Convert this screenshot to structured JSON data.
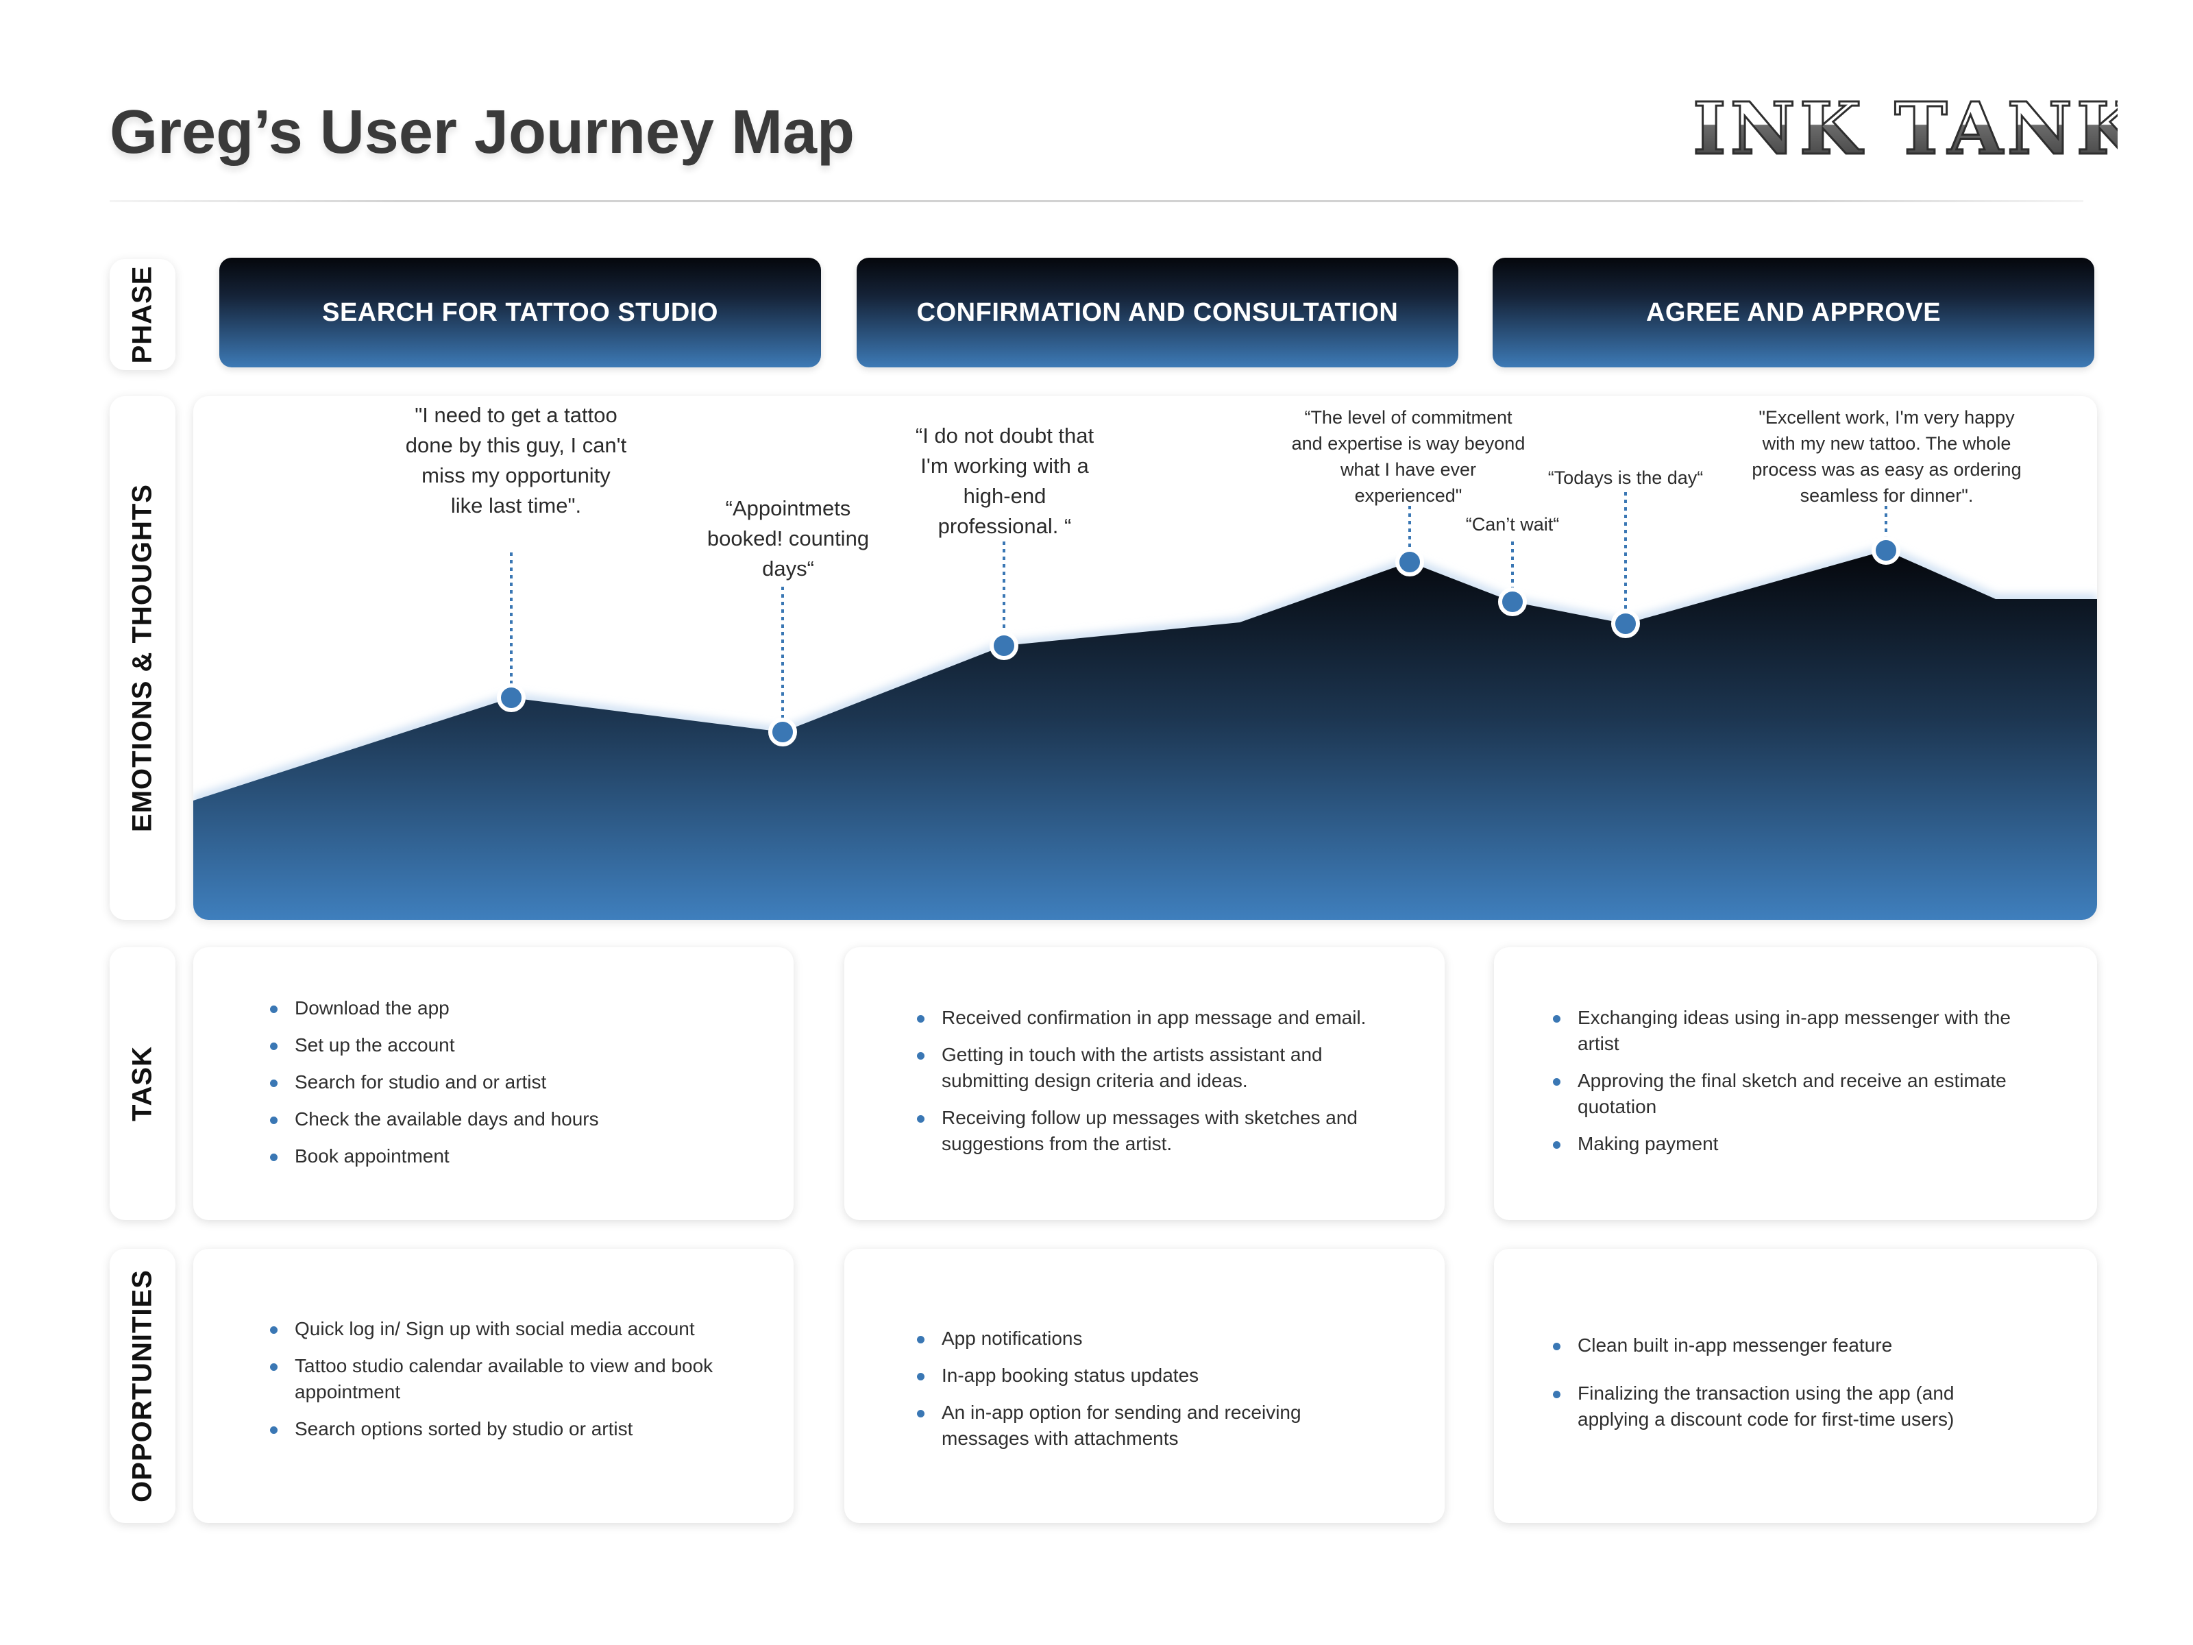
{
  "title": "Greg’s User Journey Map",
  "logo": "INK TANK",
  "colors": {
    "accent": "#3a77b4",
    "dark": "#05070c"
  },
  "rows": {
    "phase": "PHASE",
    "emotions": "EMOTIONS & THOUGHTS",
    "task": "TASK",
    "opportunities": "OPPORTUNITIES"
  },
  "phases": [
    "SEARCH FOR TATTOO STUDIO",
    "CONFIRMATION AND CONSULTATION",
    "AGREE AND APPROVE"
  ],
  "quotes": [
    "\"I need to get a tattoo done by this guy, I can't miss my opportunity like last time\".",
    "“Appointmets booked! counting days“",
    "“I do not doubt that I'm working with a high-end professional. “",
    "“The level of commitment and expertise is way beyond what I have ever experienced\"",
    "“Can’t wait“",
    "“Todays is the day“",
    "\"Excellent work, I'm very happy with my new tattoo. The whole process was as easy as ordering seamless for dinner\"."
  ],
  "tasks": [
    [
      "Download the app",
      "Set up the account",
      "Search for studio and or artist",
      "Check the available days and hours",
      "Book appointment"
    ],
    [
      "Received confirmation in app message and email.",
      "Getting in touch with the artists assistant and submitting design criteria and ideas.",
      "Receiving follow up messages with sketches and suggestions from the artist."
    ],
    [
      "Exchanging ideas using in-app messenger with the artist",
      "Approving the final sketch and receive an estimate quotation",
      "Making payment"
    ]
  ],
  "opportunities": [
    [
      "Quick log in/ Sign up with social media account",
      "Tattoo studio calendar available to view and book appointment",
      "Search options sorted by studio or artist"
    ],
    [
      "App notifications",
      "In-app booking status updates",
      "An in-app option for sending and receiving messages with attachments"
    ],
    [
      "Clean built in-app messenger feature",
      "Finalizing the transaction using the app (and applying a discount code for first-time users)"
    ]
  ]
}
